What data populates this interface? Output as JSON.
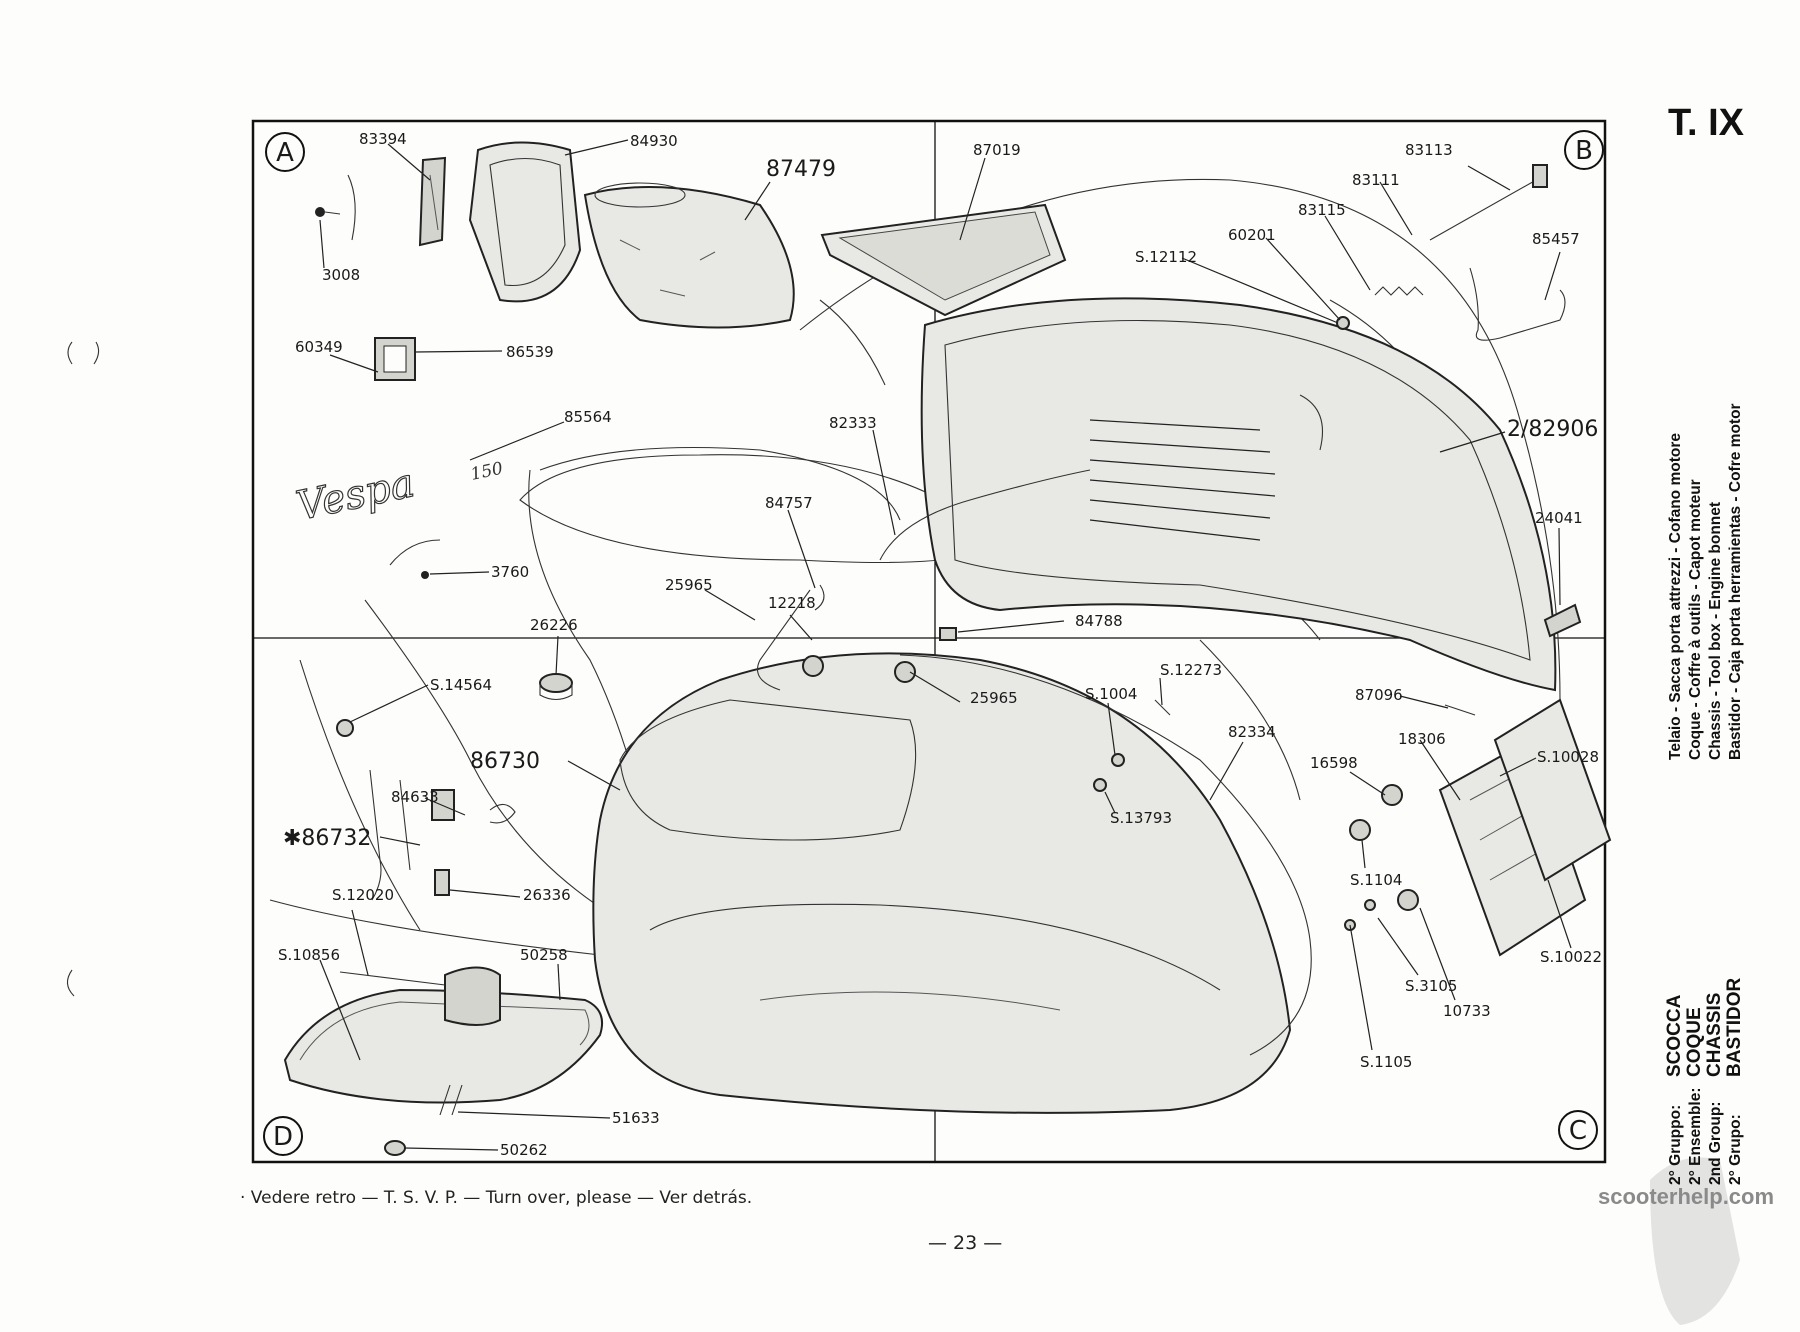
{
  "plate": {
    "number": "T. IX"
  },
  "quadrants": [
    "A",
    "B",
    "C",
    "D"
  ],
  "parts": {
    "p83394": "83394",
    "p84930": "84930",
    "p87479": "87479",
    "p3008": "3008",
    "p60349": "60349",
    "p86539": "86539",
    "p85564": "85564",
    "p3760": "3760",
    "p87019": "87019",
    "p83113": "83113",
    "p83111": "83111",
    "p83115": "83115",
    "p60201": "60201",
    "pS12112": "S.12112",
    "p85457": "85457",
    "p282906": "2/82906",
    "p82333": "82333",
    "p84757": "84757",
    "p24041": "24041",
    "p25965a": "25965",
    "p12218": "12218",
    "p84788": "84788",
    "p26226": "26226",
    "pS14564": "S.14564",
    "p25965b": "25965",
    "pS1004": "S.1004",
    "pS12273": "S.12273",
    "p87096": "87096",
    "p82334": "82334",
    "p18306": "18306",
    "pS10028": "S.10028",
    "p86730": "86730",
    "p16598": "16598",
    "p84633": "84633",
    "p86732": "✱86732",
    "pS13793": "S.13793",
    "pS1104": "S.1104",
    "pS12020": "S.12020",
    "p26336": "26336",
    "pS10856": "S.10856",
    "p50258": "50258",
    "pS3105": "S.3105",
    "pS10022": "S.10022",
    "p10733": "10733",
    "pS1105": "S.1105",
    "p51633": "51633",
    "p50262": "50262"
  },
  "logo": {
    "script": "Vespa",
    "number": "150"
  },
  "side_caption": {
    "line1": "Telaio - Sacca porta attrezzi - Cofano motore",
    "line2": "Coque - Coffre à outils - Capot moteur",
    "line3": "Chassis - Tool box - Engine bonnet",
    "line4": "Bastidor - Caja porta herramientas - Cofre motor"
  },
  "group": {
    "labels": [
      "2° Gruppo:",
      "2° Ensemble:",
      "2nd Group:",
      "2° Grupo:"
    ],
    "names": [
      "SCOCCA",
      "COQUE",
      "CHASSIS",
      "BASTIDOR"
    ]
  },
  "footer": {
    "note": "· Vedere retro — T. S. V. P. — Turn over, please — Ver detrás.",
    "page_number": "— 23 —"
  },
  "watermark": "scooterhelp.com"
}
